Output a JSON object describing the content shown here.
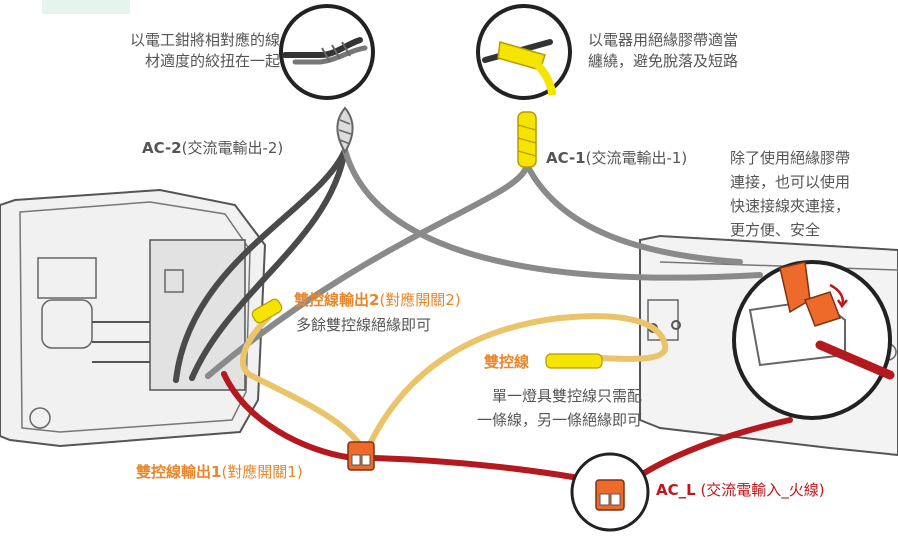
{
  "notes": {
    "twist_line1": "以電工鉗將相對應的線",
    "twist_line2": "材適度的絞扭在一起",
    "tape_line1": "以電器用絕緣膠帶適當",
    "tape_line2": "纏繞，避免脫落及短路",
    "alt_line1": "除了使用絕緣膠帶",
    "alt_line2": "連接，也可以使用",
    "alt_line3": "快速接線夾連接，",
    "alt_line4": "更方便、安全"
  },
  "labels": {
    "ac2_code": "AC-2",
    "ac2_desc": "(交流電輸出-2)",
    "ac1_code": "AC-1",
    "ac1_desc": "(交流電輸出-1)",
    "out2_title": "雙控線輸出2",
    "out2_desc": "(對應開關2)",
    "out2_note": "多餘雙控線絕緣即可",
    "dual_title": "雙控線",
    "dual_note1": "單一燈具雙控線只需配",
    "dual_note2": "一條線，另一條絕緣即可",
    "out1_title": "雙控線輸出1",
    "out1_desc": "(對應開關1)",
    "acl_code": "AC_L",
    "acl_desc": " (交流電輸入_火線)"
  },
  "colors": {
    "text": "#555555",
    "orange_label": "#e8872b",
    "red_label": "#c0161b",
    "wire_dark": "#4a4a4a",
    "wire_grey": "#8a8a8a",
    "wire_red": "#b3191e",
    "wire_yellow": "#e9c46a",
    "tape_yellow": "#f5e400",
    "connector_orange": "#ee6a2a"
  }
}
